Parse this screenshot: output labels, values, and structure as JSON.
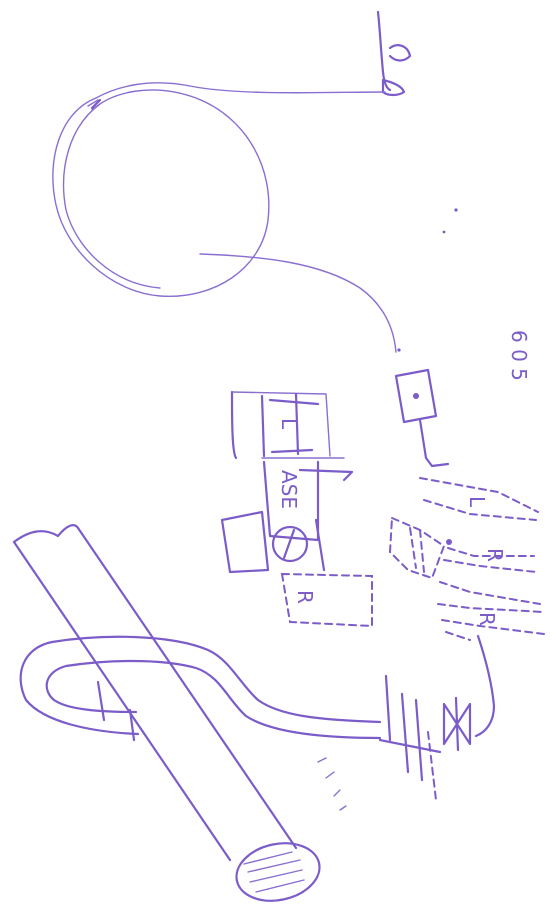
{
  "labels": {
    "left_top": "L",
    "ase": "ASE",
    "right_top": "R",
    "left_bottom": "L",
    "right_mid": "R",
    "right_bottom": "R",
    "numbers": "6 0 5"
  },
  "colors": {
    "ink": "#7b5cc9",
    "paper": "#ffffff"
  },
  "orientation": "rotated 90 degrees clockwise",
  "icons": [
    "fiber-coil",
    "fiber-connector",
    "fiber-coupler",
    "optical-isolator",
    "ase-source",
    "waveguide-tube"
  ]
}
